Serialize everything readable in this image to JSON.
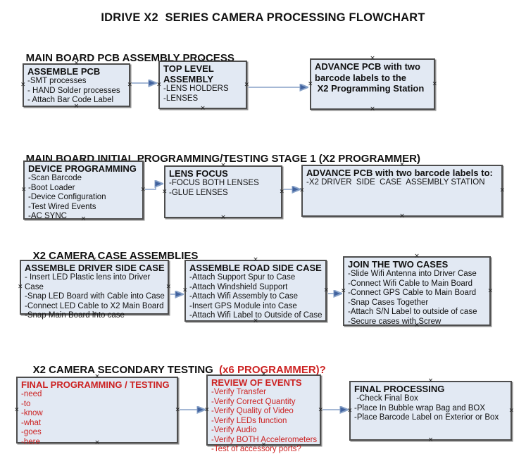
{
  "title": "IDRIVE X2  SERIES CAMERA PROCESSING FLOWCHART",
  "anchor_glyph": "×",
  "colors": {
    "box_fill": "#e2e9f3",
    "box_border": "#4d4d4d",
    "arrow_line": "#87a1c7",
    "arrow_head": "#41629e",
    "red": "#cc2222",
    "ink": "#111111"
  },
  "sections": [
    {
      "heading": "MAIN BOARD PCB ASSEMBLY PROCESS",
      "boxes": [
        {
          "title": "ASSEMBLE PCB",
          "lines": [
            "-SMT processes",
            "- HAND Solder processes",
            "- Attach Bar Code Label"
          ]
        },
        {
          "title": "TOP LEVEL ASSEMBLY",
          "lines": [
            "-LENS HOLDERS",
            "-LENSES"
          ]
        },
        {
          "title": "",
          "lines": [
            "ADVANCE PCB with two",
            "barcode labels to the",
            " X2 Programming Station"
          ]
        }
      ]
    },
    {
      "heading": "MAIN BOARD INITIAL PROGRAMMING/TESTING STAGE 1 (X2 PROGRAMMER)",
      "boxes": [
        {
          "title": "DEVICE PROGRAMMING",
          "lines": [
            "-Scan Barcode",
            "-Boot Loader",
            "-Device Configuration",
            "-Test Wired Events",
            "-AC SYNC"
          ]
        },
        {
          "title": "LENS FOCUS",
          "lines": [
            "-FOCUS BOTH LENSES",
            "-GLUE LENSES"
          ]
        },
        {
          "title": "ADVANCE PCB with two barcode labels to:",
          "lines": [
            "-X2 DRIVER  SIDE  CASE  ASSEMBLY STATION"
          ]
        }
      ]
    },
    {
      "heading": "X2 CAMERA CASE ASSEMBLIES",
      "boxes": [
        {
          "title": "ASSEMBLE DRIVER SIDE CASE",
          "lines": [
            "- Insert LED Plastic lens into Driver Case",
            "-Snap LED Board with Cable into Case",
            "-Connect LED Cable to X2 Main Board",
            "-Snap Main Board into case"
          ]
        },
        {
          "title": "ASSEMBLE ROAD SIDE CASE",
          "lines": [
            "-Attach Support Spur to Case",
            "-Attach Windshield Support",
            "-Attach Wifi Assembly to Case",
            "-Insert GPS Module into Case",
            "-Attach Wifi Label to Outside of Case"
          ]
        },
        {
          "title": "JOIN THE TWO CASES",
          "lines": [
            "-Slide Wifi Antenna into Driver Case",
            "-Connect Wifi Cable to Main Board",
            "-Connect GPS Cable to Main Board",
            "-Snap Cases Together",
            "-Attach S/N Label to outside of case",
            "-Secure cases with Screw"
          ]
        }
      ]
    },
    {
      "heading": "X2 CAMERA SECONDARY TESTING  ",
      "heading_highlight": "(x6 PROGRAMMER)?",
      "boxes": [
        {
          "title": "FINAL PROGRAMMING / TESTING",
          "lines": [
            "-need",
            "-to",
            "-know",
            "-what",
            "-goes",
            "-here"
          ]
        },
        {
          "title": "REVIEW OF EVENTS",
          "lines": [
            "-Verify Transfer",
            "-Verify Correct Quantity",
            "-Verify Quality of Video",
            "-Verify LEDs function",
            "-Verify Audio",
            "-Verify BOTH Accelerometers",
            "-Test of accessory ports?"
          ]
        },
        {
          "title": "FINAL PROCESSING",
          "lines": [
            " -Check Final Box",
            "-Place In Bubble wrap Bag and BOX",
            "-Place Barcode Label on Exterior or Box"
          ]
        }
      ]
    }
  ]
}
